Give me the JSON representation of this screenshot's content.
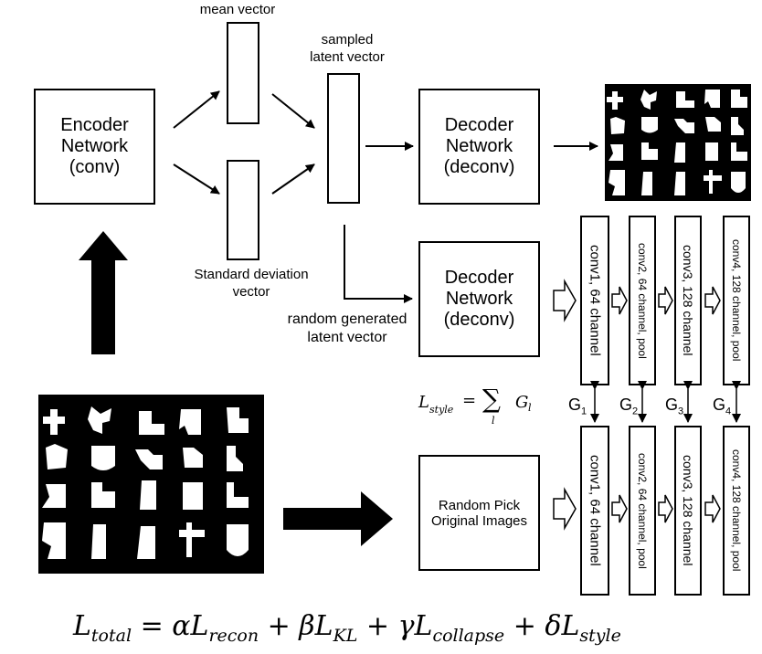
{
  "labels": {
    "mean_vector": "mean vector",
    "sampled_latent": [
      "sampled",
      "latent vector"
    ],
    "std_vector": [
      "Standard deviation",
      "vector"
    ],
    "random_latent": [
      "random generated",
      "latent vector"
    ]
  },
  "boxes": {
    "encoder": [
      "Encoder",
      "Network",
      "(conv)"
    ],
    "decoder_top": [
      "Decoder",
      "Network",
      "(deconv)"
    ],
    "decoder_bottom": [
      "Decoder",
      "Network",
      "(deconv)"
    ],
    "random_pick": [
      "Random Pick",
      "Original Images"
    ]
  },
  "conv_layers_top": [
    "conv1, 64 channel",
    "conv2, 64 channel, pool",
    "conv3, 128 channel",
    "conv4, 128 channel, pool"
  ],
  "conv_layers_bottom": [
    "conv1, 64 channel",
    "conv2, 64 channel, pool",
    "conv3, 128 channel",
    "conv4, 128 channel, pool"
  ],
  "gram_labels": [
    {
      "base": "G",
      "sub": "1"
    },
    {
      "base": "G",
      "sub": "2"
    },
    {
      "base": "G",
      "sub": "3"
    },
    {
      "base": "G",
      "sub": "4"
    }
  ],
  "formulas": {
    "style_lhs": "L",
    "style_lhs_sub": "style",
    "style_eq": "=",
    "style_sum": "∑",
    "style_sum_idx": "l",
    "style_term": "G",
    "style_term_sub": "l",
    "total": [
      {
        "t": "L",
        "s": "total"
      },
      {
        "t": " = αL",
        "s": "recon"
      },
      {
        "t": " + βL",
        "s": "KL"
      },
      {
        "t": " + γL",
        "s": "collapse"
      },
      {
        "t": " + δL",
        "s": "style"
      }
    ]
  }
}
